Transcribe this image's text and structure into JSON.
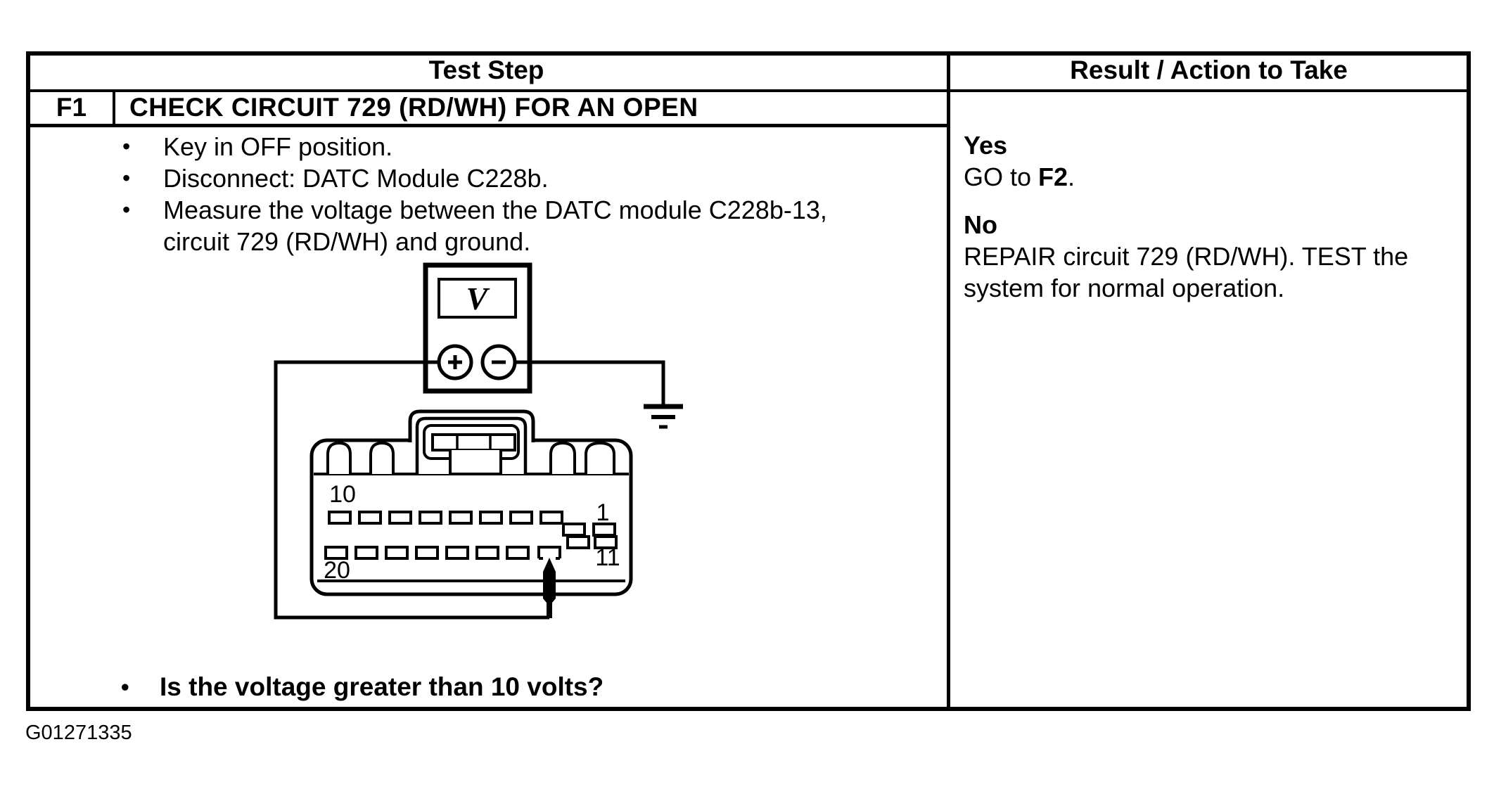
{
  "table": {
    "header": {
      "test_step": "Test Step",
      "result_action": "Result / Action to Take"
    },
    "step": {
      "id": "F1",
      "title": "CHECK CIRCUIT 729 (RD/WH) FOR AN OPEN",
      "bullet_char": "•",
      "bullets": [
        "Key in OFF position.",
        "Disconnect: DATC Module C228b.",
        "Measure the voltage between the DATC module C228b-13,\ncircuit 729 (RD/WH) and ground."
      ],
      "question": "Is the voltage greater than 10 volts?"
    },
    "result": {
      "yes_label": "Yes",
      "yes_action_pre": "GO to ",
      "yes_action_bold": "F2",
      "yes_action_post": ".",
      "no_label": "No",
      "no_action": "REPAIR circuit 729 (RD/WH). TEST the\nsystem for normal operation."
    }
  },
  "diagram": {
    "meter_label": "V",
    "pin_labels": {
      "top_left": "10",
      "top_right": "1",
      "bottom_left": "20",
      "bottom_right": "11"
    }
  },
  "figure_id": "G01271335",
  "colors": {
    "ink": "#000000",
    "paper": "#ffffff"
  }
}
